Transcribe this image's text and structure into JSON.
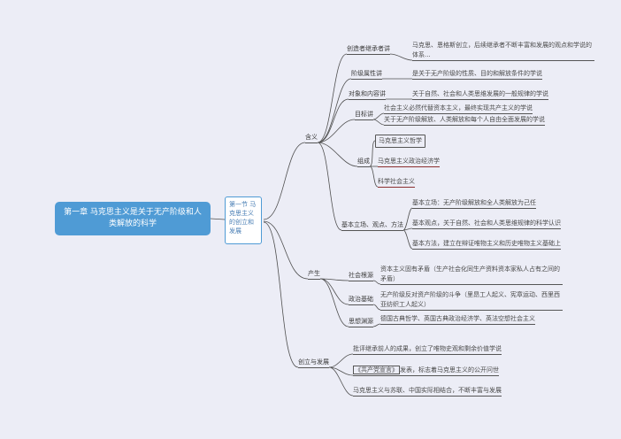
{
  "colors": {
    "background": "#ecedf6",
    "accent_blue": "#4f9bd5",
    "line": "#4f4f4f",
    "highlight_red": "#8b2f2f"
  },
  "root": {
    "title": "第一章 马克思主义是关于无产阶级和人类解放的科学"
  },
  "section": {
    "title": "第一节 马克思主义的创立和发展"
  },
  "meaning": {
    "label": "含义",
    "creator": {
      "label": "创造者继承者讲",
      "text": "马克思、恩格斯创立，后续继承者不断丰富和发展的观点和学说的体系..."
    },
    "class_attr": {
      "label": "阶级属性讲",
      "text": "是关于无产阶级的性质、目的和解放条件的学说"
    },
    "object": {
      "label": "对象和内容讲",
      "text": "关于自然、社会和人类思维发展的一般规律的学说"
    },
    "goal": {
      "label": "目标讲",
      "text1": "社会主义必然代替资本主义，最终实现共产主义的学说",
      "text2": "关于无产阶级解放、人类解放和每个人自由全面发展的学说"
    },
    "compose": {
      "label": "组成",
      "philosophy": "马克思主义哲学",
      "polit_econ": "马克思主义政治经济学",
      "sci_social": "科学社会主义"
    },
    "basic": {
      "label": "基本立场、观点、方法",
      "b1": "基本立场：无产阶级解放和全人类解放为己任",
      "b2": "基本观点，关于自然、社会和人类思维规律的科学认识",
      "b3": "基本方法，建立在辩证唯物主义和历史唯物主义基础上"
    }
  },
  "emergence": {
    "label": "产生",
    "social": {
      "label": "社会根源",
      "text": "资本主义固有矛盾（生产社会化同生产资料资本家私人占有之间的矛盾）"
    },
    "political": {
      "label": "政治基础",
      "text": "无产阶级反对资产阶级的斗争（里昂工人起义、宪章运动、西里西亚纺织工人起义）"
    },
    "thought": {
      "label": "思想渊源",
      "text": "德国古典哲学、英国古典政治经济学、英法空想社会主义"
    }
  },
  "development": {
    "label": "创立与发展",
    "d1": "批评继承前人的成果，创立了唯物史观和剩余价值学说",
    "d2_box": "《共产党宣言》",
    "d2_rest": "发表，标志着马克思主义的公开问世",
    "d3": "马克思主义与苏联、中国实际相结合，不断丰富与发展"
  }
}
